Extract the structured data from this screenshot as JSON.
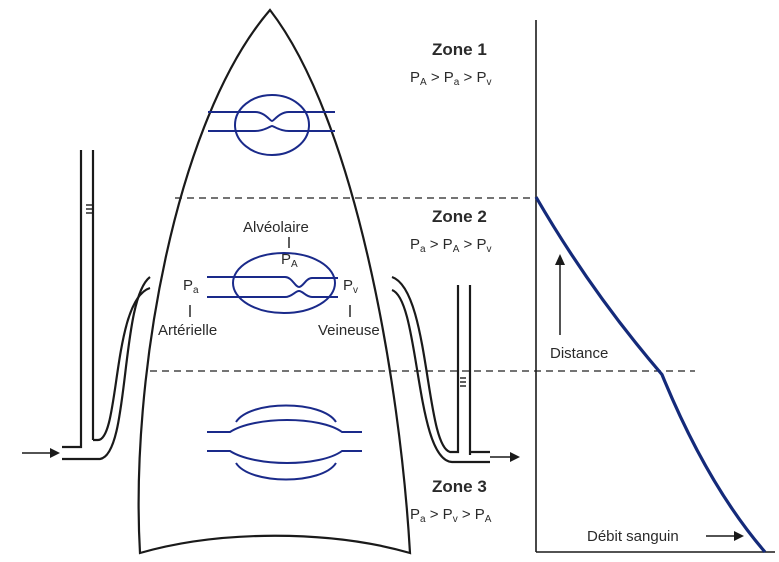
{
  "zones": [
    {
      "title": "Zone 1",
      "relation": [
        "P",
        "A",
        " > P",
        "a",
        " > P",
        "v"
      ]
    },
    {
      "title": "Zone 2",
      "relation": [
        "P",
        "a",
        " > P",
        "A",
        " > P",
        "v"
      ]
    },
    {
      "title": "Zone 3",
      "relation": [
        "P",
        "a",
        " > P",
        "v",
        " > P",
        "A"
      ]
    }
  ],
  "labels": {
    "alveolaire": "Alvéolaire",
    "pa_alveolar": {
      "main": "P",
      "sub": "A"
    },
    "pa_arterial": {
      "main": "P",
      "sub": "a"
    },
    "pv_venous": {
      "main": "P",
      "sub": "v"
    },
    "arterielle": "Artérielle",
    "veineuse": "Veineuse",
    "distance": "Distance",
    "debit": "Débit sanguin"
  },
  "chart_data": {
    "type": "line",
    "series": [
      {
        "points": [
          [
            0,
            1.0
          ],
          [
            0.55,
            0.5
          ],
          [
            1.0,
            0.0
          ]
        ]
      }
    ],
    "xlabel": "Débit sanguin",
    "ylabel": "Distance"
  },
  "colors": {
    "vessel": "#1a2a8a",
    "curve": "#142a7a",
    "ink": "#1a1a1a"
  }
}
